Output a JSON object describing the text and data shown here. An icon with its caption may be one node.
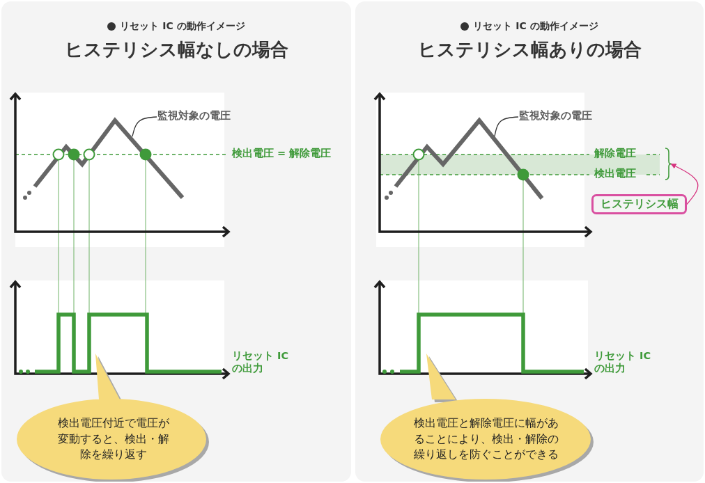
{
  "diagram": {
    "nodes": [
      {
        "text": [
          "リセット IC の動作イメージ",
          "ヒステリシス幅なしの場合"
        ]
      },
      {
        "text": [
          "監視対象の電圧"
        ],
        "in": 0
      },
      {
        "text": [
          "検出電圧付近で電圧が変動すると、検出・解除を繰り返す"
        ],
        "in": 0
      },
      {
        "text": [
          "リセット IC の動作イメージ",
          "ヒステリシス幅ありの場合"
        ]
      },
      {
        "text": [
          "監視対象の電圧"
        ],
        "in": 3
      },
      {
        "text": [
          "ヒステリシス幅"
        ],
        "in": 3
      },
      {
        "text": [
          "検出電圧と解除電圧に幅があることにより、検出・解除の繰り返しを防ぐことができる"
        ],
        "in": 3
      }
    ],
    "edges": [
      {
        "from": 1,
        "to": null,
        "arrow": "none"
      },
      {
        "from": 4,
        "to": null,
        "arrow": "none"
      },
      {
        "from": 5,
        "to": null,
        "arrow": "to",
        "color": "#d6337f"
      }
    ],
    "labels": [
      "検出電圧 = 解除電圧",
      "リセット IC の出力",
      "解除電圧",
      "検出電圧",
      "リセット IC の出力"
    ]
  }
}
